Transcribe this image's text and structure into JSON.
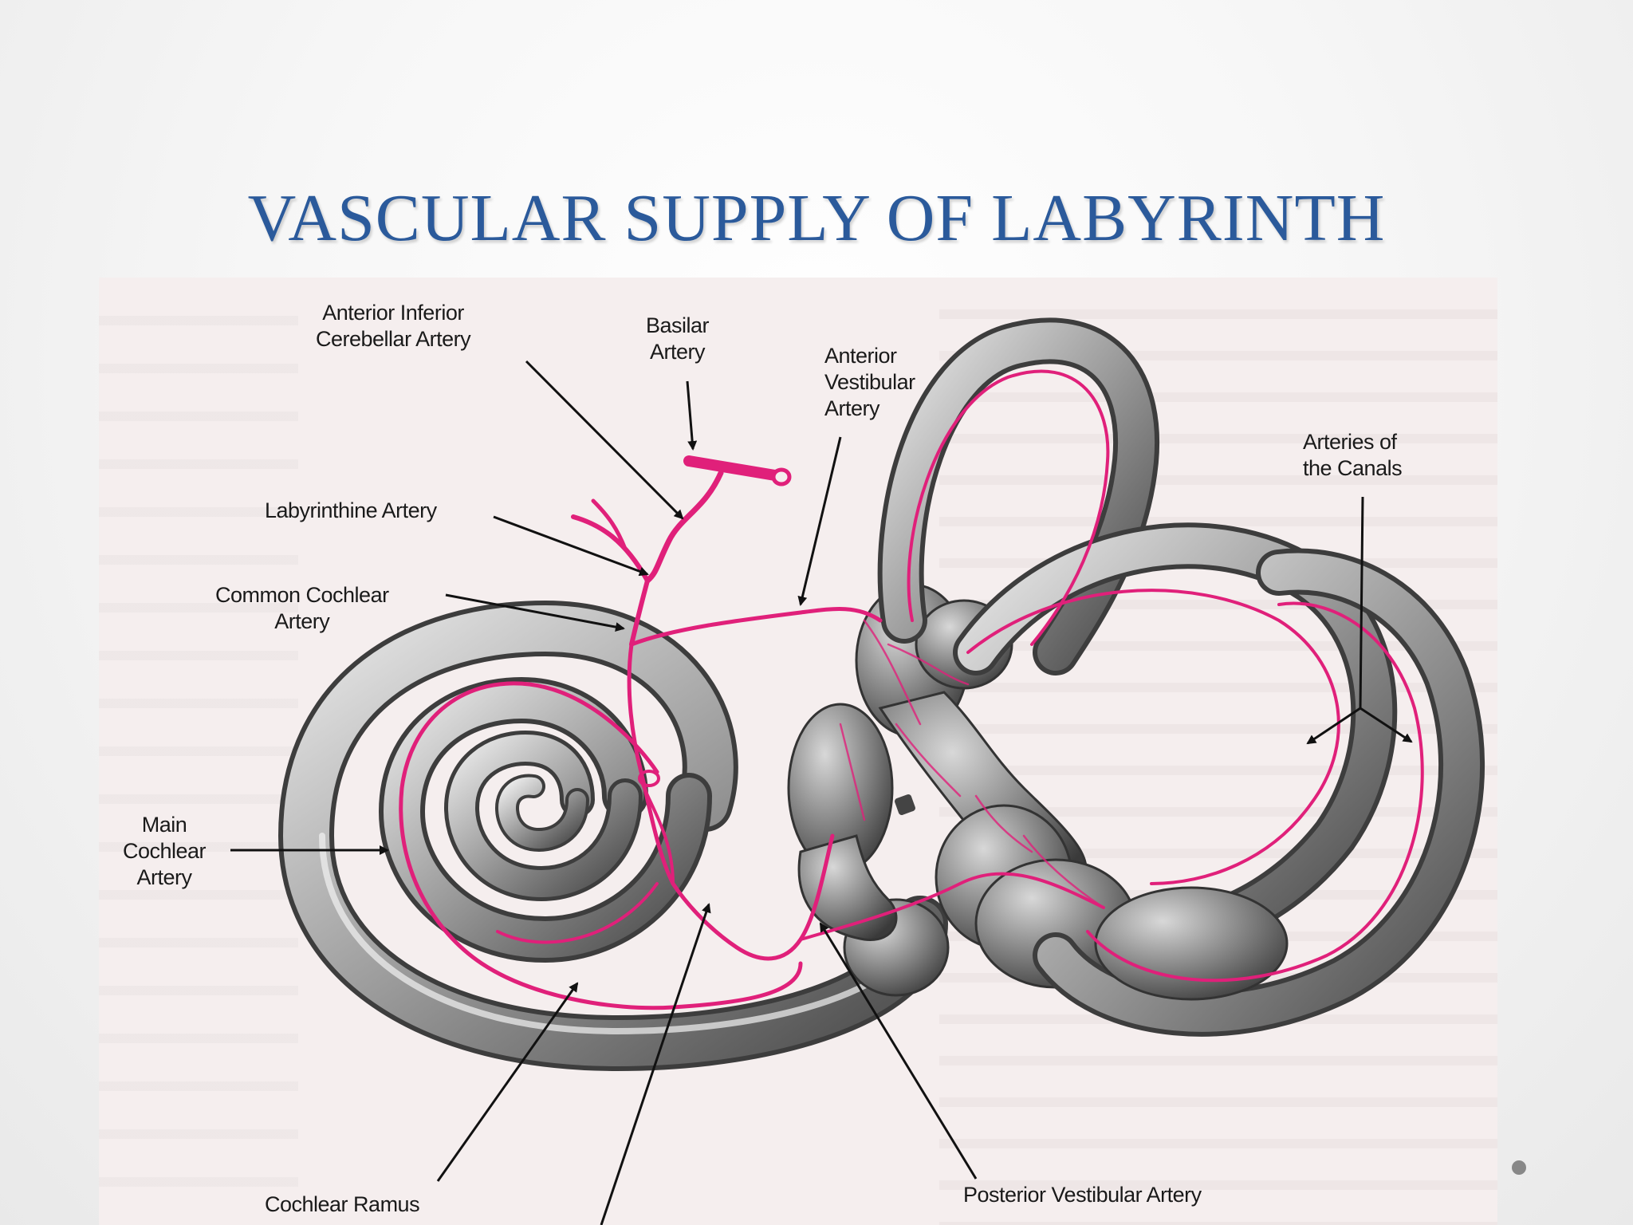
{
  "slide": {
    "title": "VASCULAR SUPPLY OF LABYRINTH"
  },
  "diagram": {
    "labels": {
      "aica_line1": "Anterior Inferior",
      "aica_line2": "Cerebellar Artery",
      "basilar_line1": "Basilar",
      "basilar_line2": "Artery",
      "ant_vest_line1": "Anterior",
      "ant_vest_line2": "Vestibular",
      "ant_vest_line3": "Artery",
      "canals_line1": "Arteries of",
      "canals_line2": "the Canals",
      "labyrinthine": "Labyrinthine Artery",
      "common_cochlear_line1": "Common Cochlear",
      "common_cochlear_line2": "Artery",
      "main_cochlear_line1": "Main",
      "main_cochlear_line2": "Cochlear",
      "main_cochlear_line3": "Artery",
      "cochlear_ramus": "Cochlear Ramus",
      "posterior_vestibular": "Posterior Vestibular Artery"
    },
    "colors": {
      "artery": "#e0207a",
      "bone_dark": "#555555",
      "bone_light": "#c8c8c8",
      "label_text": "#1a1a1a",
      "title": "#2b5a9b"
    }
  }
}
